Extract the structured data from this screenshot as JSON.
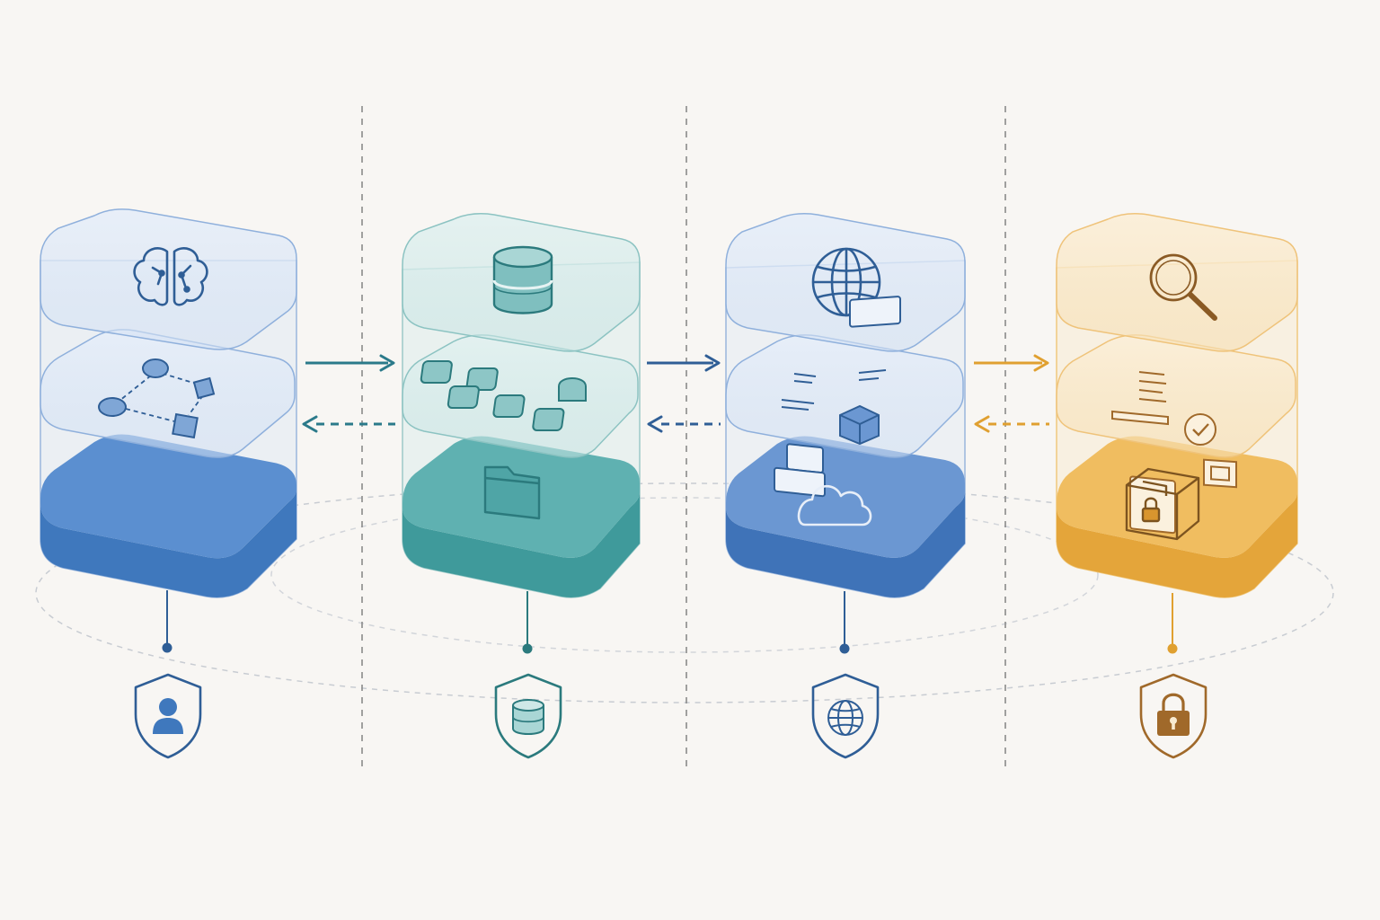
{
  "diagram": {
    "nodes": [
      {
        "id": "stack-1",
        "theme": "blue",
        "colors": {
          "accent": "#2f66a4",
          "fill_light": "#dbe6f5",
          "fill_mid": "#7fa6d6",
          "base_top": "#5b8fd0",
          "base_side": "#3f78bd",
          "line": "#2f5e96"
        },
        "top_icon": "brain-icon",
        "mid_icon": "workflow-graph-icon",
        "base_icon": "",
        "shield_icon": "shield-user-icon"
      },
      {
        "id": "stack-2",
        "theme": "teal",
        "colors": {
          "accent": "#2b8b8e",
          "fill_light": "#d8ecec",
          "fill_mid": "#8dc6c6",
          "base_top": "#5fb1b1",
          "base_side": "#3f9a9b",
          "line": "#2b7a7d"
        },
        "top_icon": "database-icon",
        "mid_icon": "tiles-grid-icon",
        "base_icon": "folder-icon",
        "shield_icon": "shield-database-icon"
      },
      {
        "id": "stack-3",
        "theme": "blue",
        "colors": {
          "accent": "#2f66a4",
          "fill_light": "#dfe8f5",
          "fill_mid": "#86a9d8",
          "base_top": "#6b97d2",
          "base_side": "#3f73b8",
          "line": "#2f5e96"
        },
        "top_icon": "globe-icon",
        "mid_icon": "documents-cube-icon",
        "base_icon": "cloud-icon",
        "shield_icon": "shield-globe-icon"
      },
      {
        "id": "stack-4",
        "theme": "amber",
        "colors": {
          "accent": "#e0a030",
          "fill_light": "#f8ead0",
          "fill_mid": "#f0cc8a",
          "base_top": "#f0bd60",
          "base_side": "#e4a53a",
          "line": "#a0692a"
        },
        "top_icon": "magnifier-icon",
        "mid_icon": "document-check-icon",
        "base_icon": "locked-box-icon",
        "shield_icon": "shield-lock-icon"
      }
    ],
    "connectors": [
      {
        "from": "stack-1",
        "to": "stack-2",
        "color": "#2b7a8a"
      },
      {
        "from": "stack-2",
        "to": "stack-3",
        "color": "#2f5e96"
      },
      {
        "from": "stack-3",
        "to": "stack-4",
        "color": "#e0a030"
      }
    ],
    "colors": {
      "background": "#f8f6f3",
      "divider": "#8a8a8a",
      "orbit": "#c8ccd2"
    }
  }
}
